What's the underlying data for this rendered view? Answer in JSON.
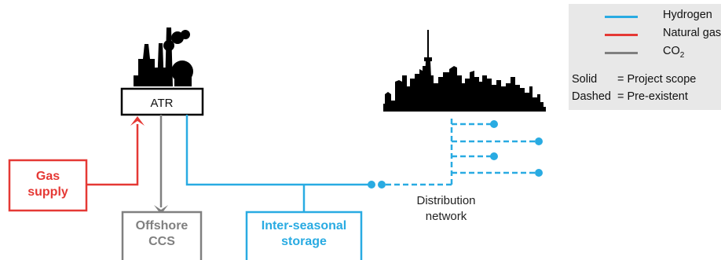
{
  "legend": {
    "items": [
      {
        "label": "Hydrogen",
        "color": "#29abe2"
      },
      {
        "label": "Natural gas",
        "color": "#e53935"
      },
      {
        "label": "CO",
        "subscript": "2",
        "color": "#808080"
      }
    ],
    "solid_key": "Solid",
    "solid_value": "= Project scope",
    "dashed_key": "Dashed",
    "dashed_value": "= Pre-existent"
  },
  "atr": {
    "label": "ATR"
  },
  "gas_supply": {
    "line1": "Gas",
    "line2": "supply",
    "color": "#e53935"
  },
  "offshore_ccs": {
    "line1": "Offshore",
    "line2": "CCS",
    "color": "#808080"
  },
  "storage": {
    "line1": "Inter-seasonal",
    "line2": "storage",
    "color": "#29abe2"
  },
  "distribution": {
    "line1": "Distribution",
    "line2": "network"
  },
  "icons": [
    "factory-icon",
    "city-skyline-icon"
  ],
  "colors": {
    "hydrogen": "#29abe2",
    "natural_gas": "#e53935",
    "co2": "#808080",
    "silhouette": "#000000"
  }
}
